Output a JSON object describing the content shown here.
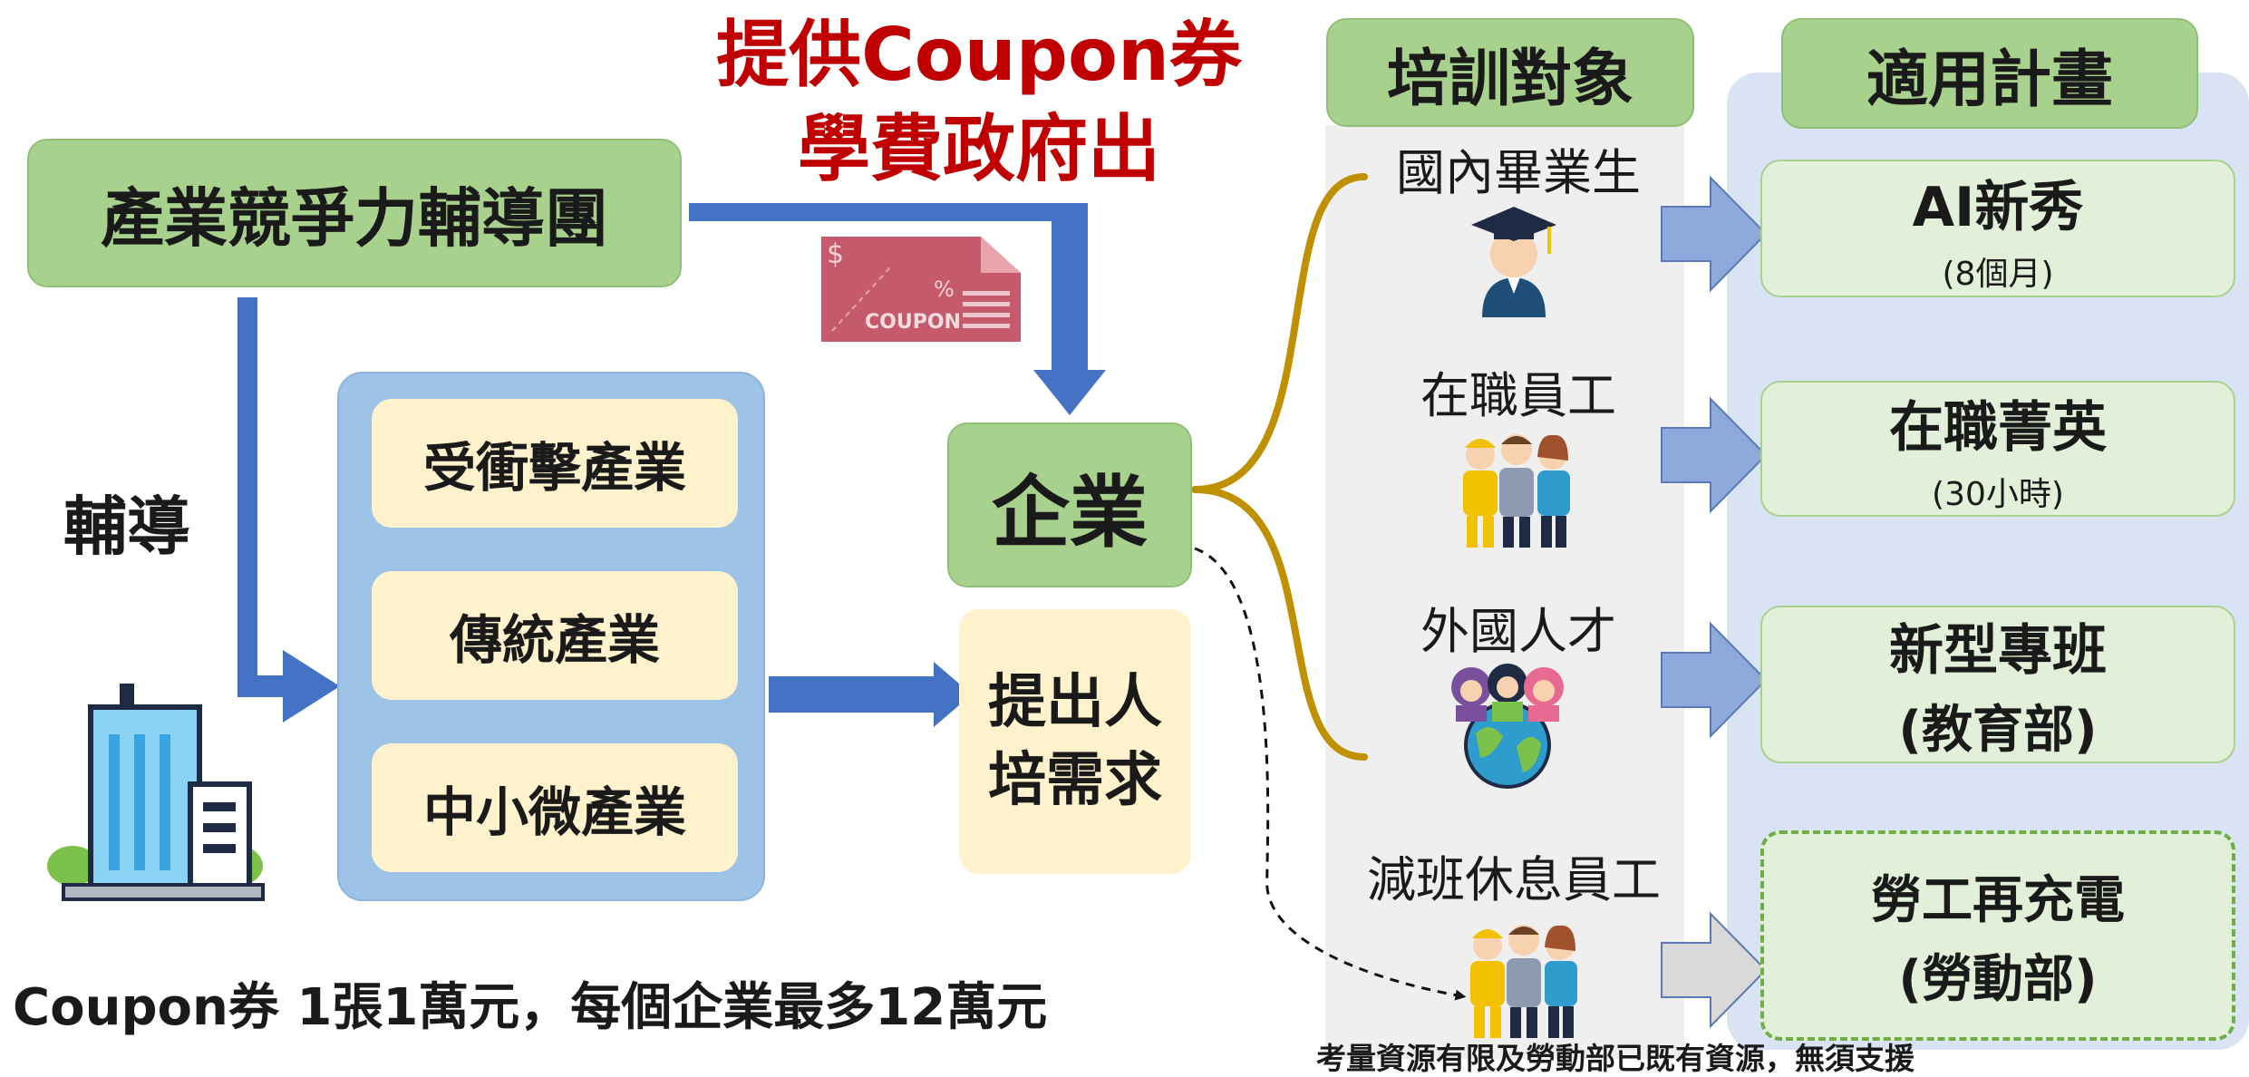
{
  "headline": {
    "line1": "提供Coupon券",
    "line2": "學費政府出",
    "color": "#c00000"
  },
  "team_box": {
    "label": "產業競爭力輔導團"
  },
  "guide_label": "輔導",
  "industries": [
    "受衝擊產業",
    "傳統產業",
    "中小微產業"
  ],
  "enterprise_box": {
    "label": "企業"
  },
  "demand_box": {
    "label": "提出人培需求"
  },
  "coupon_image": {
    "dollar": "$",
    "percent": "%",
    "text": "COUPON"
  },
  "footer_note": "Coupon券 1張1萬元，每個企業最多12萬元",
  "column_headers": {
    "trainees": "培訓對象",
    "plans": "適用計畫"
  },
  "trainees": [
    {
      "label": "國內畢業生",
      "icon": "graduate-icon"
    },
    {
      "label": "在職員工",
      "icon": "workers-icon"
    },
    {
      "label": "外國人才",
      "icon": "globe-people-icon"
    },
    {
      "label": "減班休息員工",
      "icon": "workers-icon"
    }
  ],
  "plans": [
    {
      "title": "AI新秀",
      "subtitle": "(8個月)"
    },
    {
      "title": "在職菁英",
      "subtitle": "(30小時)"
    },
    {
      "title": "新型專班",
      "subtitle": "(教育部)"
    },
    {
      "title": "勞工再充電",
      "subtitle": "(勞動部)"
    }
  ],
  "bottom_note": "考量資源有限及勞動部已既有資源，無須支援",
  "colors": {
    "arrow_blue": "#4472c4",
    "green_fill": "#a9d18e",
    "cream_fill": "#fff2cc",
    "panel_blue": "#dae3f3",
    "plan_fill": "#e2f0d9",
    "brace_gold": "#bf9000",
    "block_arrow": "#8ea9db",
    "block_arrow_gray": "#d9d9d9"
  }
}
